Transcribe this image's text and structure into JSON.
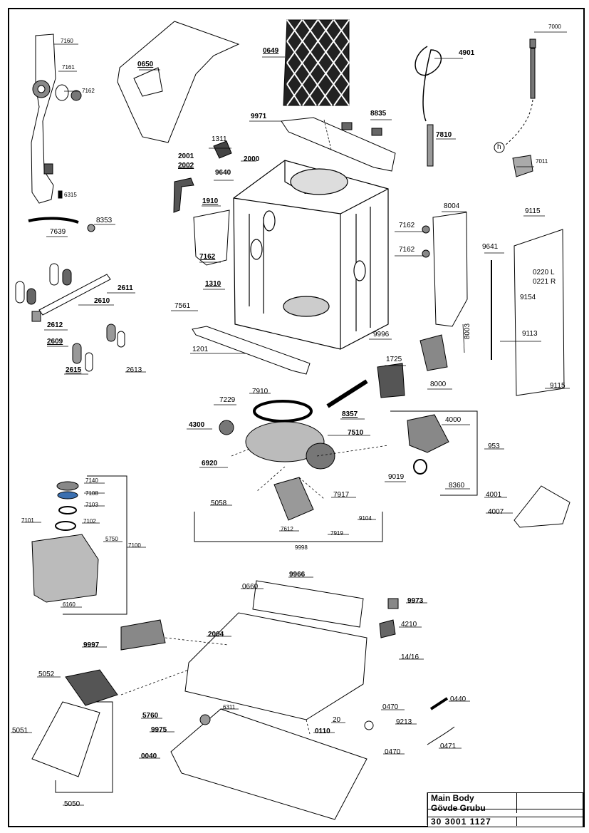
{
  "sheet": {
    "title_en": "Main Body",
    "title_tr": "Gövde Grubu",
    "part_number": "30 3001 1127"
  },
  "callouts": {
    "c7160": "7160",
    "c7161": "7161",
    "c7162a": "7162",
    "c6315": "6315",
    "c0650": "0650",
    "c0649": "0649",
    "c4901": "4901",
    "c7000": "7000",
    "c9971": "9971",
    "c8835": "8835",
    "c7810": "7810",
    "c1311": "1311",
    "c2000": "2000",
    "c2001": "2001",
    "c2002": "2002",
    "c9640": "9640",
    "c7011": "7011",
    "h": "h",
    "c1910": "1910",
    "c7639": "7639",
    "c8353": "8353",
    "c8004": "8004",
    "c9115a": "9115",
    "c7162b": "7162",
    "c7162c": "7162",
    "c7162d": "7162",
    "c9641": "9641",
    "c0220": "0220 L",
    "c0221": "0221 R",
    "c9154": "9154",
    "c2611": "2611",
    "c1310": "1310",
    "c2610": "2610",
    "c7561": "7561",
    "c2612": "2612",
    "c9996": "9996",
    "c8003": "8003",
    "c9113": "9113",
    "c2609": "2609",
    "c1201": "1201",
    "c1725": "1725",
    "c2615": "2615",
    "c2613": "2613",
    "c8000": "8000",
    "c9115b": "9115",
    "c7229": "7229",
    "c7910": "7910",
    "c8357": "8357",
    "c4300": "4300",
    "c4000": "4000",
    "c7510": "7510",
    "c953": "953",
    "c6920": "6920",
    "c9019": "9019",
    "c8360": "8360",
    "c7140": "7140",
    "c7108": "7108",
    "c7103": "7103",
    "c7101": "7101",
    "c7102": "7102",
    "c7917": "7917",
    "c4001": "4001",
    "c5058": "5058",
    "c9104": "9104",
    "c4007": "4007",
    "c7612": "7612",
    "c7919": "7919",
    "c5750": "5750",
    "c7100": "7100",
    "c9998": "9998",
    "c9966": "9966",
    "c0660": "0660",
    "c6160": "6160",
    "c9973": "9973",
    "c4210": "4210",
    "c9997": "9997",
    "c2004": "2004",
    "c1416": "14/16",
    "c5052": "5052",
    "c0470a": "0470",
    "c0440": "0440",
    "c5760": "5760",
    "c6311": "6311",
    "c20": "20",
    "c9213": "9213",
    "c9975": "9975",
    "c0110": "0110",
    "c5051": "5051",
    "c0040": "0040",
    "c0471": "0471",
    "c0470b": "0470",
    "c5050": "5050"
  },
  "colors": {
    "line": "#000000",
    "fill_light": "#ffffff",
    "fill_mid": "#c8c8c8",
    "fill_dark": "#3a3a3a",
    "accent_blue": "#3a6fb0"
  }
}
